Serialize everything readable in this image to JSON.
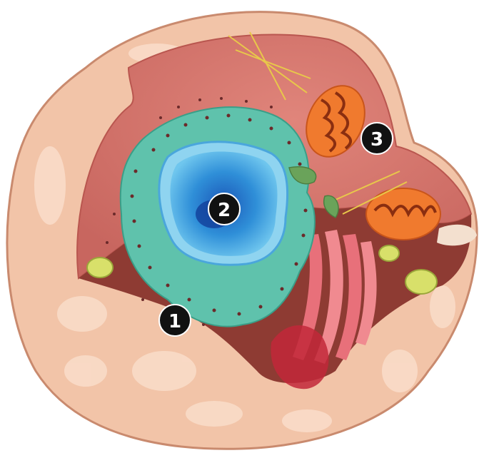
{
  "diagram": {
    "markers": [
      {
        "id": "marker-1",
        "label": "1"
      },
      {
        "id": "marker-2",
        "label": "2"
      },
      {
        "id": "marker-3",
        "label": "3"
      }
    ],
    "colors": {
      "outer_membrane": "#f2c4a8",
      "outer_stroke": "#c98a6e",
      "cytoplasm": "#d9736a",
      "cut_face_dark": "#8e3b33",
      "er_green": "#5fc2ac",
      "nucleus_blue": "#2f8fd8",
      "nucleus_light": "#8fd4f0",
      "mitochondria": "#f07a2e",
      "golgi_pink": "#e8707a",
      "vesicle_yellow": "#d8e06a",
      "marker_fill": "#111111",
      "marker_text": "#ffffff"
    }
  }
}
